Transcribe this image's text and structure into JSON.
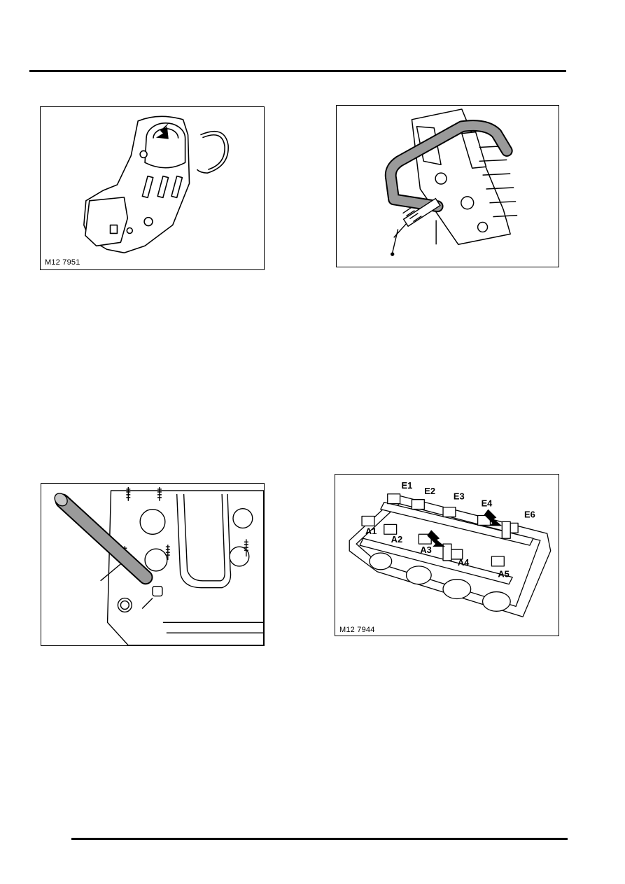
{
  "figures": [
    {
      "id": "M12 7951",
      "icon": "oil-pump-seal-arrow"
    },
    {
      "id": "",
      "icon": "valve-spring-compressor"
    },
    {
      "id": "",
      "icon": "tappet-removal-tool"
    },
    {
      "id": "M12 7944",
      "icon": "camshaft-bearing-caps",
      "callouts": [
        "E1",
        "E2",
        "E3",
        "E4",
        "E6",
        "A1",
        "A2",
        "A3",
        "A4",
        "A5"
      ]
    }
  ],
  "colors": {
    "line": "#000000",
    "fill": "#ffffff",
    "tool": "#9a9a9a"
  }
}
